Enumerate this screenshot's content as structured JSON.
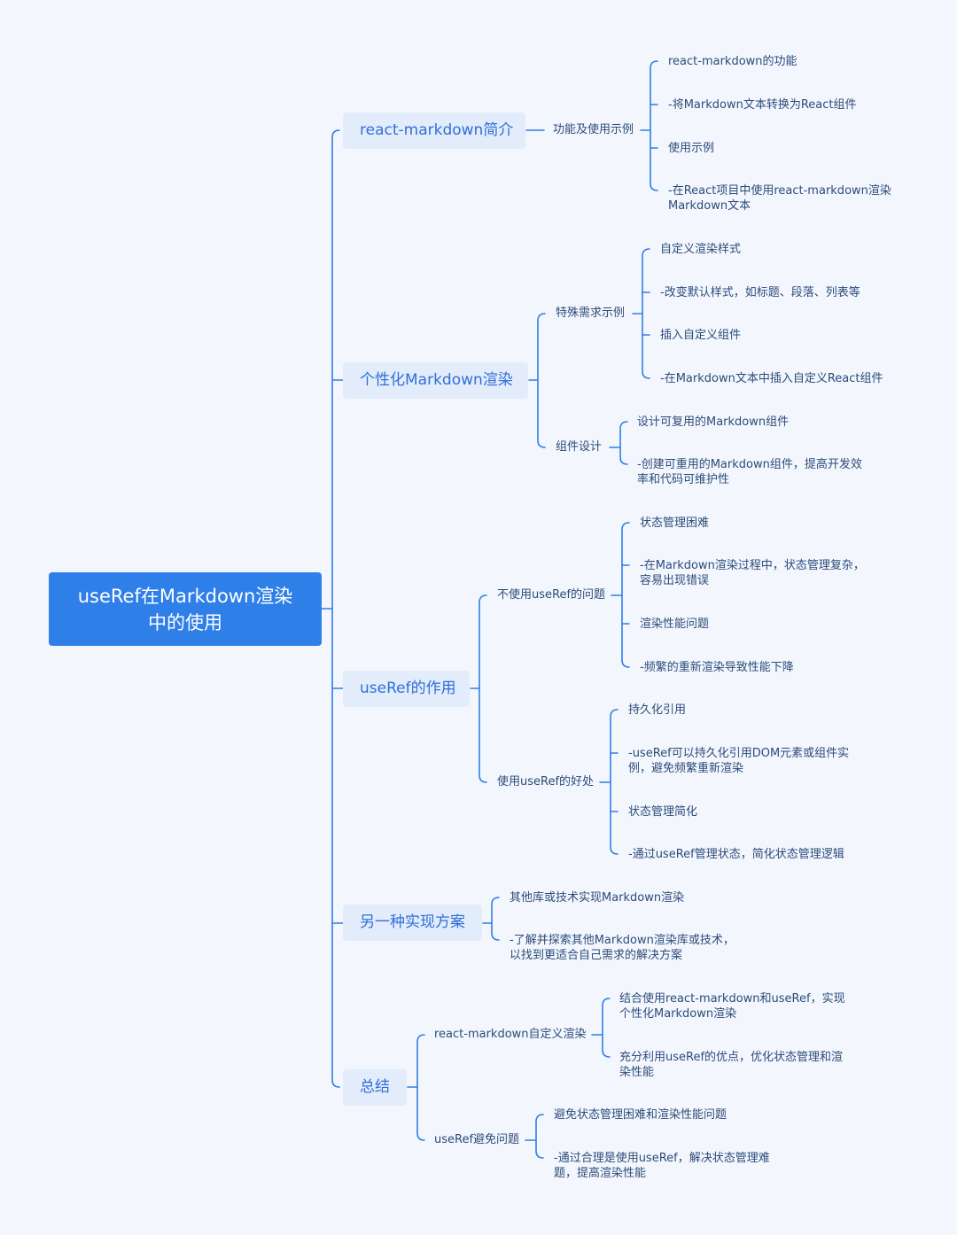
{
  "root": {
    "line1": "useRef在Markdown渲染",
    "line2": "中的使用"
  },
  "branches": {
    "b1": {
      "label": "react-markdown简介",
      "subs": {
        "s1": {
          "label": "功能及使用示例",
          "leaves": [
            "react-markdown的功能",
            "-将Markdown文本转换为React组件",
            "使用示例",
            "-在React项目中使用react-markdown渲染Markdown文本"
          ]
        }
      }
    },
    "b2": {
      "label": "个性化Markdown渲染",
      "subs": {
        "s1": {
          "label": "特殊需求示例",
          "leaves": [
            "自定义渲染样式",
            "-改变默认样式，如标题、段落、列表等",
            "插入自定义组件",
            "-在Markdown文本中插入自定义React组件"
          ]
        },
        "s2": {
          "label": "组件设计",
          "leaves": [
            "设计可复用的Markdown组件",
            "-创建可重用的Markdown组件，提高开发效率和代码可维护性"
          ]
        }
      }
    },
    "b3": {
      "label": "useRef的作用",
      "subs": {
        "s1": {
          "label": "不使用useRef的问题",
          "leaves": [
            "状态管理困难",
            "-在Markdown渲染过程中，状态管理复杂，容易出现错误",
            "渲染性能问题",
            "-频繁的重新渲染导致性能下降"
          ]
        },
        "s2": {
          "label": "使用useRef的好处",
          "leaves": [
            "持久化引用",
            "-useRef可以持久化引用DOM元素或组件实例，避免频繁重新渲染",
            "状态管理简化",
            "-通过useRef管理状态，简化状态管理逻辑"
          ]
        }
      }
    },
    "b4": {
      "label": "另一种实现方案",
      "leaves": [
        "其他库或技术实现Markdown渲染",
        "-了解并探索其他Markdown渲染库或技术，以找到更适合自己需求的解决方案"
      ]
    },
    "b5": {
      "label": "总结",
      "subs": {
        "s1": {
          "label": "react-markdown自定义渲染",
          "leaves": [
            "结合使用react-markdown和useRef，实现个性化Markdown渲染",
            "充分利用useRef的优点，优化状态管理和渲染性能"
          ]
        },
        "s2": {
          "label": "useRef避免问题",
          "leaves": [
            "避免状态管理困难和渲染性能问题",
            "-通过合理是使用useRef，解决状态管理难题，提高渲染性能"
          ]
        }
      }
    }
  },
  "colors": {
    "line": "#2f7fe8",
    "root_bg": "#2f7fe8",
    "branch_bg": "#e3ecfb",
    "text": "#2c4b7a",
    "branch_text": "#2f6fd8",
    "background": "#f3f7fd"
  }
}
